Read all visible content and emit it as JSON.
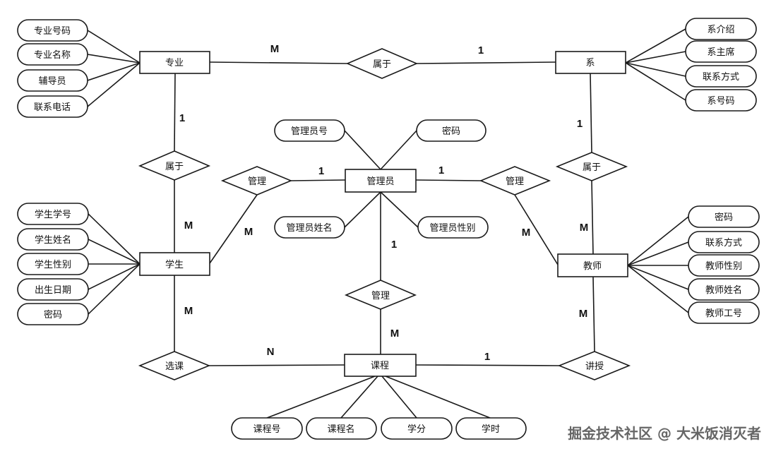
{
  "entities": {
    "major": "专业",
    "dept": "系",
    "admin": "管理员",
    "student": "学生",
    "teacher": "教师",
    "course": "课程"
  },
  "relationships": {
    "major_dept": "属于",
    "major_student": "属于",
    "dept_teacher": "属于",
    "admin_student": "管理",
    "admin_teacher": "管理",
    "admin_course": "管理",
    "select": "选课",
    "teach": "讲授"
  },
  "attributes": {
    "major": [
      "专业号码",
      "专业名称",
      "辅导员",
      "联系电话"
    ],
    "dept": [
      "系介绍",
      "系主席",
      "联系方式",
      "系号码"
    ],
    "admin": [
      "管理员号",
      "密码",
      "管理员姓名",
      "管理员性别"
    ],
    "student": [
      "学生学号",
      "学生姓名",
      "学生性别",
      "出生日期",
      "密码"
    ],
    "teacher": [
      "密码",
      "联系方式",
      "教师性别",
      "教师姓名",
      "教师工号"
    ],
    "course": [
      "课程号",
      "课程名",
      "学分",
      "学时"
    ]
  },
  "cardinalities": {
    "major_dept_left": "M",
    "major_dept_right": "1",
    "major_rel_top": "1",
    "student_rel_bottom": "M",
    "dept_rel_top": "1",
    "teacher_rel_bottom": "M",
    "admin_student_right": "1",
    "admin_student_left": "M",
    "admin_teacher_left": "1",
    "admin_teacher_right": "M",
    "admin_course_top": "1",
    "course_rel_bottom": "M",
    "student_select": "M",
    "course_select": "N",
    "course_teach": "1",
    "teacher_teach": "M"
  },
  "watermark": "掘金技术社区 @ 大米饭消灭者"
}
